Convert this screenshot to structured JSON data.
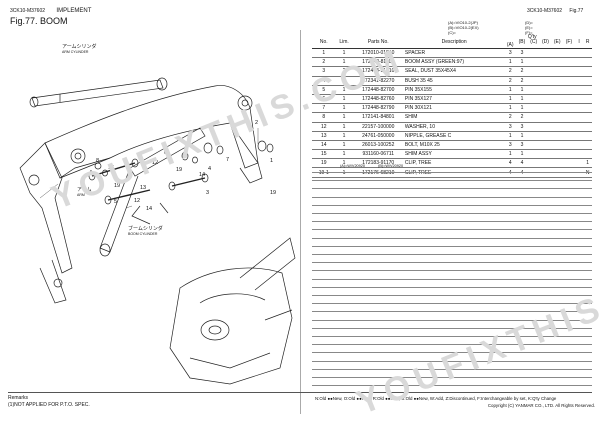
{
  "header": {
    "doc_code_left": "3CK10-M37602",
    "section": "IMPLEMENT",
    "fig_title": "Fig.77.  BOOM",
    "doc_code_right": "3CK10-M37602",
    "fig_number": "Fig.77"
  },
  "variants": {
    "a": "(A)=VIO10-2(JP)",
    "b": "(B)=VIO10-2(EX)",
    "c": "(C)=",
    "d": "(D)=",
    "e": "(E)=",
    "f": "(F)="
  },
  "columns": {
    "no": "No.",
    "lim": "Lim.",
    "parts_no": "Parts No.",
    "description": "Description",
    "qty": "Q'ty",
    "a": "(A)",
    "b": "(B)",
    "c": "(C)",
    "d": "(D)",
    "e": "(E)",
    "f": "(F)",
    "i": "I",
    "r": "R"
  },
  "parts": [
    {
      "no": "1",
      "lim": "1",
      "parts_no": "172010-01840",
      "desc": "SPACER",
      "a": "3",
      "b": "3",
      "c": "",
      "r": ""
    },
    {
      "no": "2",
      "lim": "1",
      "parts_no": "172448-81100",
      "desc": "BOOM ASSY (GREEN:97)",
      "a": "1",
      "b": "1",
      "c": "",
      "r": ""
    },
    {
      "no": "3",
      "lim": "2",
      "parts_no": "172448-91610",
      "desc": "SEAL, DUST 35X45X4",
      "a": "2",
      "b": "2",
      "c": "",
      "r": ""
    },
    {
      "no": "4",
      "lim": "2",
      "parts_no": "172341-82270",
      "desc": "BUSH 35 45",
      "a": "2",
      "b": "2",
      "c": "",
      "r": ""
    },
    {
      "no": "5",
      "lim": "1",
      "parts_no": "172448-82700",
      "desc": "PIN 35X155",
      "a": "1",
      "b": "1",
      "c": "",
      "r": ""
    },
    {
      "no": "6",
      "lim": "1",
      "parts_no": "172448-82760",
      "desc": "PIN 35X127",
      "a": "1",
      "b": "1",
      "c": "",
      "r": ""
    },
    {
      "no": "7",
      "lim": "1",
      "parts_no": "172448-82790",
      "desc": "PIN 30X121",
      "a": "1",
      "b": "1",
      "c": "",
      "r": ""
    },
    {
      "no": "8",
      "lim": "1",
      "parts_no": "172141-84801",
      "desc": "SHIM",
      "a": "2",
      "b": "2",
      "c": "",
      "r": ""
    },
    {
      "no": "12",
      "lim": "1",
      "parts_no": "22157-100000",
      "desc": "WASHER, 10",
      "a": "3",
      "b": "3",
      "c": "",
      "r": ""
    },
    {
      "no": "13",
      "lim": "1",
      "parts_no": "24761-050000",
      "desc": "NIPPLE, GREASE C",
      "a": "1",
      "b": "1",
      "c": "",
      "r": ""
    },
    {
      "no": "14",
      "lim": "1",
      "parts_no": "26013-100252",
      "desc": "BOLT, M10X 25",
      "a": "3",
      "b": "3",
      "c": "",
      "r": ""
    },
    {
      "no": "15",
      "lim": "1",
      "parts_no": "931160-06711",
      "desc": "SHIM ASSY",
      "a": "1",
      "b": "1",
      "c": "",
      "r": ""
    },
    {
      "no": "19",
      "lim": "1",
      "parts_no": "172183-91170",
      "desc": "CLIP, TREE",
      "a": "4",
      "b": "4",
      "c": "",
      "r": "1"
    },
    {
      "no": "19-1",
      "lim": "1",
      "parts_no": "172176-68210",
      "desc": "CLIP, TREE",
      "a": "4",
      "b": "4",
      "c": "",
      "r": "N"
    }
  ],
  "serial_note": {
    "left": "(A)=W/V20920",
    "right": "(B)=W/V20920"
  },
  "diagram": {
    "labels": {
      "arm_cyl_jp": "アームシリンダ",
      "arm_cyl_en": "ARM CYLINDER",
      "arm_jp": "アーム",
      "arm_en": "ARM",
      "boom_cyl_jp": "ブームシリンダ",
      "boom_cyl_en": "BOOM CYLINDER"
    },
    "callouts": {
      "c1": "1",
      "c2": "2",
      "c3": "3",
      "c4": "4",
      "c5": "5",
      "c6": "6",
      "c7": "7",
      "c8": "8",
      "c12": "12",
      "c13": "13",
      "c14a": "14",
      "c14b": "14",
      "c15": "15",
      "c19": "19",
      "c19b": "19",
      "c19c": "19"
    }
  },
  "remarks": {
    "title": "Remarks",
    "text": "(1)NOT APPLIED FOR P.T.O. SPEC."
  },
  "legend": {
    "line1": "N:Old ●●New, O:Old ●●Now, R:Old ●●New, S:Old ●●New, W:Add, Z:Discontinued, F:Interchangeable by set, K:Q'ty Change",
    "copyright": "Copyright (C)  YANMAR CO., LTD. All Rights Reserved."
  }
}
